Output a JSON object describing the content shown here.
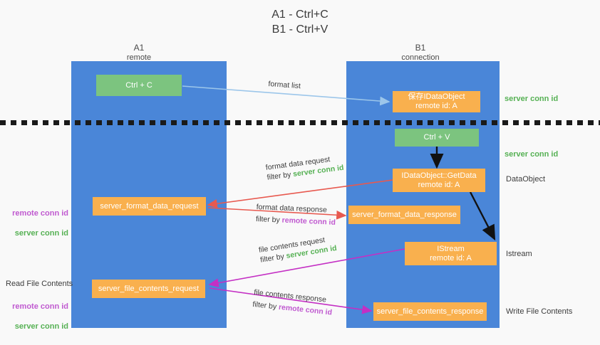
{
  "diagram": {
    "title": "A1 - Ctrl+C\nB1 - Ctrl+V",
    "colors": {
      "lane": "#4a86d8",
      "green_box": "#7cc47f",
      "orange_box": "#f9b04e",
      "server_conn": "#56b154",
      "remote_conn": "#c05ad0",
      "red_arrow": "#e8594f",
      "magenta_arrow": "#c42fc4",
      "blue_arrow": "#9cc6ea",
      "black_arrow": "#1a1a1a",
      "background": "#f9f9f9"
    },
    "columns": [
      {
        "name": "A1",
        "sub": "remote"
      },
      {
        "name": "B1",
        "sub": "connection"
      }
    ],
    "boxes": {
      "ctrl_c": "Ctrl + C",
      "save_idataobject": "保存IDataObject\nremote id: A",
      "ctrl_v": "Ctrl + V",
      "getdata": "IDataObject::GetData\nremote id: A",
      "server_format_data_request": "server_format_data_request",
      "server_format_data_response": "server_format_data_response",
      "istream": "IStream\nremote id: A",
      "server_file_contents_request": "server_file_contents_request",
      "server_file_contents_response": "server_file_contents_response"
    },
    "right_labels": [
      "server conn id",
      "server conn id",
      "DataObject",
      "Istream",
      "Write File Contents"
    ],
    "left_labels": {
      "format_ids": "remote conn id\nserver conn id",
      "read_file_contents": "Read File Contents",
      "file_ids": "remote conn id\nserver conn id",
      "remote_conn_id": "remote conn id",
      "server_conn_id": "server conn id"
    },
    "edges": {
      "format_list": "format list",
      "format_data_request": "format data request",
      "format_data_response": "format data response",
      "file_contents_request": "file contents request",
      "file_contents_response": "file contents response",
      "filter_by": "filter by",
      "server_conn_id": "server conn id",
      "remote_conn_id": "remote conn id"
    }
  }
}
